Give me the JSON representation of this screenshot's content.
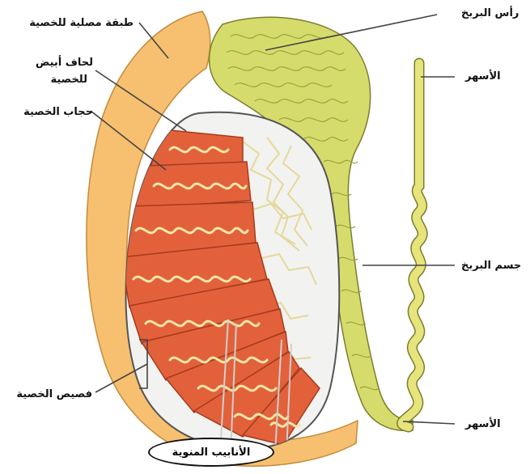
{
  "labels": {
    "tunica_vaginalis": "طبقة مصلية للخصية",
    "tunica_albuginea_line1": "لحاف أبيض",
    "tunica_albuginea_line2": "للخصية",
    "septum": "حجاب الخصية",
    "lobule": "فصيص الخصية",
    "head_epididymis": "رأس البربخ",
    "vas_deferens_top": "الأسهر",
    "body_epididymis": "جسم البربخ",
    "vas_deferens_bottom": "الأسهر",
    "seminiferous_tubules": "الأنابيب المنوية"
  },
  "colors": {
    "tunica_vaginalis": "#f6c070",
    "epididymis": "#d6dc6c",
    "lobule": "#e2613b",
    "tubule": "#f8e6a8",
    "capsule": "#f2f2f0",
    "vas": "#e6e47a"
  }
}
